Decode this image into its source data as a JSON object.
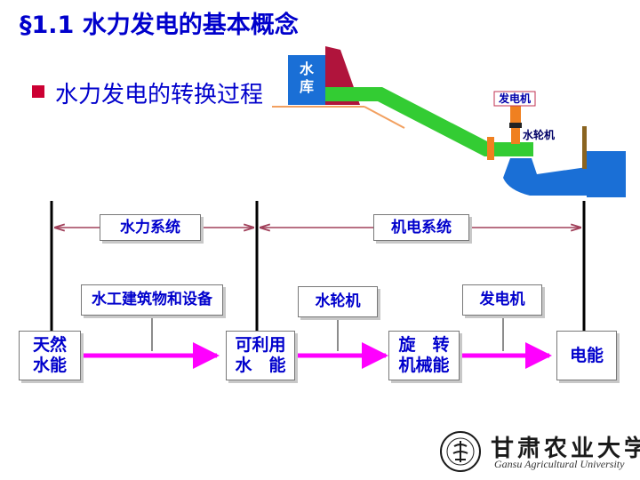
{
  "header": {
    "title": "§1.1  水力发电的基本概念"
  },
  "bullet": {
    "text": "水力发电的转换过程"
  },
  "illustration": {
    "reservoir_label": "水\n库",
    "generator_label": "发电机",
    "turbine_label": "水轮机"
  },
  "systems": {
    "hydraulic": "水力系统",
    "electromechanical": "机电系统"
  },
  "equipment": {
    "hydraulic_works": "水工建筑物和设备",
    "turbine": "水轮机",
    "generator": "发电机"
  },
  "stages": {
    "natural": "天然\n水能",
    "usable": "可利用\n水　能",
    "rotational": "旋　转\n机械能",
    "electric": "电能"
  },
  "logo": {
    "name_cn": "甘肃农业大学",
    "name_en": "Gansu Agricultural University"
  },
  "colors": {
    "title": "#0000cc",
    "bullet": "#cc0033",
    "penstock": "#33cc33",
    "flow_arrow": "#ff00ff",
    "dam": "#b0143c",
    "water": "#1a6fd6"
  }
}
